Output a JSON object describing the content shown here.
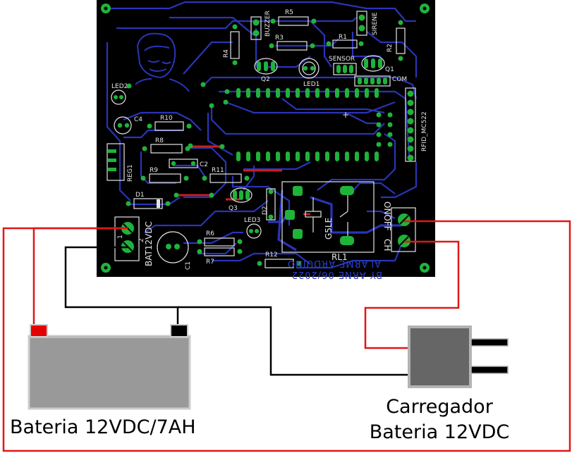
{
  "board": {
    "labels": {
      "buzzer": "BUZZER",
      "sirene": "SIRENE",
      "sensor": "SENSOR",
      "com": "COM",
      "rfid": "RFID_MC522",
      "reg1": "REG1",
      "bat": "BAT12VDC",
      "onoff": "ONOFF",
      "ch": "CH",
      "g5le": "G5LE",
      "rl1": "RL1",
      "led1": "LED1",
      "led2": "LED2",
      "led3": "LED3",
      "q1": "Q1",
      "q2": "Q2",
      "q3": "Q3",
      "r1": "R1",
      "r2": "R2",
      "r3": "R3",
      "r4": "R4",
      "r5": "R5",
      "r6": "R6",
      "r7": "R7",
      "r8": "R8",
      "r9": "R9",
      "r10": "R10",
      "r11": "R11",
      "r12": "R12",
      "c1": "C1",
      "c2": "C2",
      "c4": "C4",
      "d1": "D1",
      "d2": "D2",
      "pin1": "1",
      "pin2": "2"
    },
    "credit_line1": "ALARME ARDUINO",
    "credit_line2": "BY ARNE 06/2022"
  },
  "battery": {
    "caption": "Bateria 12VDC/7AH"
  },
  "charger": {
    "caption_line1": "Carregador",
    "caption_line2": "Bateria 12VDC"
  },
  "colors": {
    "board": "#000000",
    "trace": "#2a34b8",
    "pad": "#1fb33a",
    "silkscreen": "#e6e6e6",
    "jumper": "#c62020",
    "wire_positive": "#e01717",
    "wire_negative": "#000000",
    "battery_body": "#999999",
    "charger_body": "#666666"
  }
}
